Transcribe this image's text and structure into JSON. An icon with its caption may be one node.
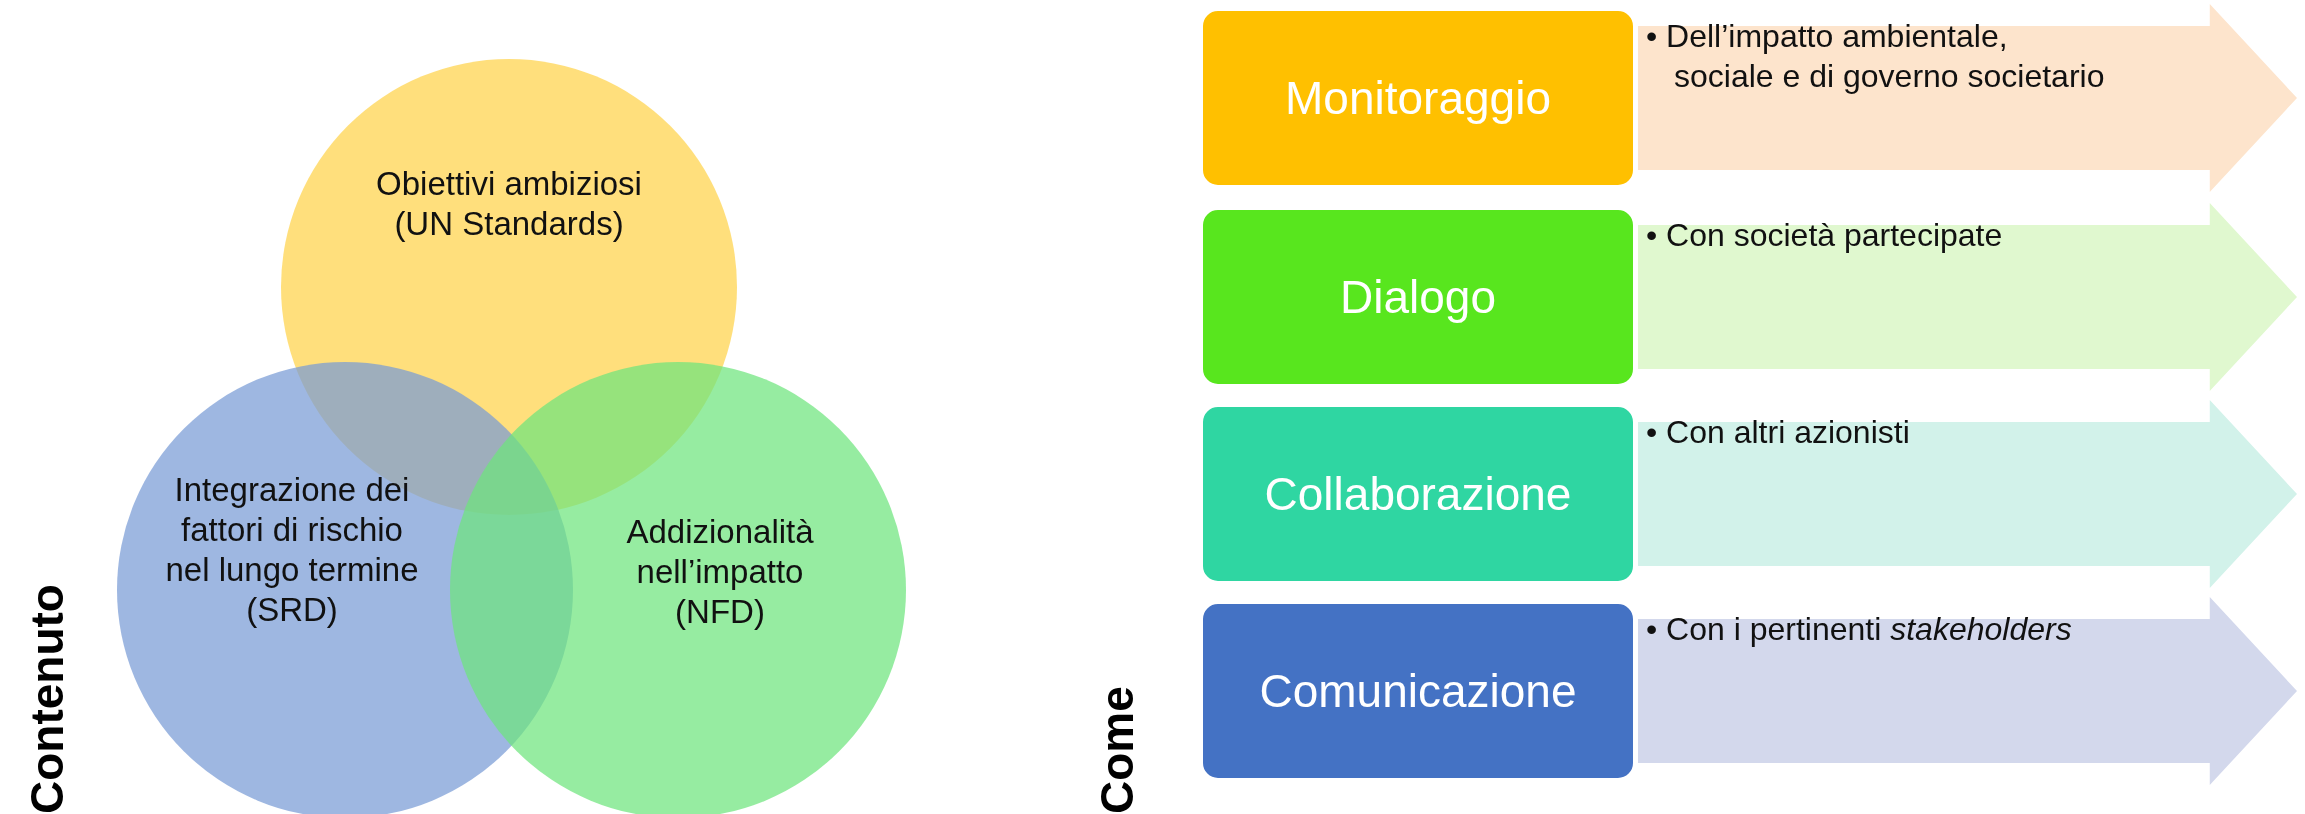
{
  "diagram": {
    "nodes": [
      {
        "text": [
          "Obiettivi ambiziosi (UN Standards)"
        ]
      },
      {
        "text": [
          "Integrazione dei fattori di rischio nel lungo termine (SRD)"
        ]
      },
      {
        "text": [
          "Addizionalità nell’impatto (NFD)"
        ]
      },
      {
        "text": [
          "Monitoraggio"
        ]
      },
      {
        "text": [
          "• Dell’impatto ambientale, sociale e di governo societario"
        ]
      },
      {
        "text": [
          "Dialogo"
        ]
      },
      {
        "text": [
          "• Con società partecipate"
        ]
      },
      {
        "text": [
          "Collaborazione"
        ]
      },
      {
        "text": [
          "• Con altri azionisti"
        ]
      },
      {
        "text": [
          "Comunicazione"
        ]
      },
      {
        "text": [
          "• Con i pertinenti *stakeholders*"
        ]
      }
    ],
    "edges": [],
    "labels": [
      "Contenuto",
      "Come"
    ]
  }
}
